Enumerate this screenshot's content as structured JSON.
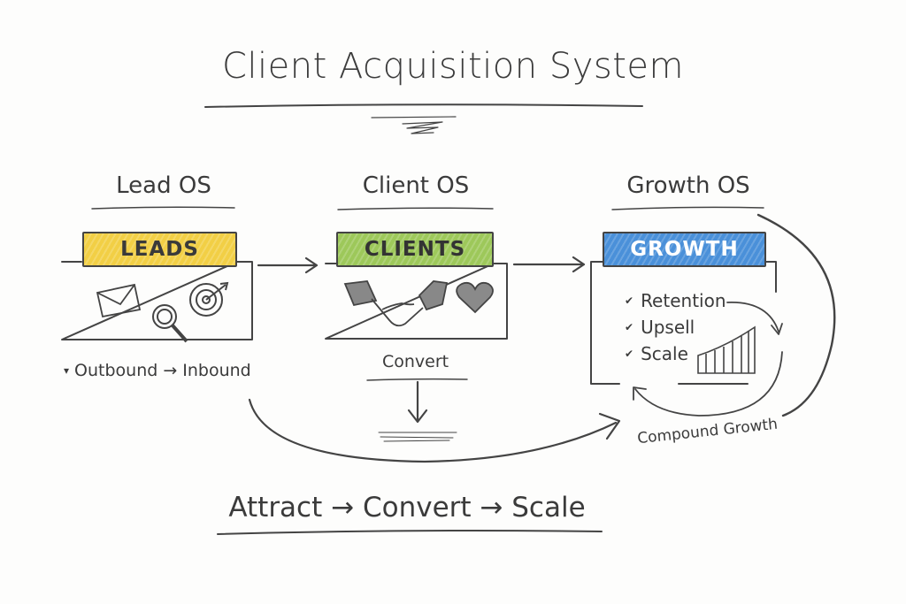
{
  "title": "Client Acquisition System",
  "colors": {
    "ink": "#3b3b3b",
    "leads": "#f2cf45",
    "clients": "#9dc85a",
    "growth": "#4a90d9",
    "background": "#fdfdfc"
  },
  "sections": [
    {
      "heading": "Lead OS",
      "tag": "LEADS",
      "icons": [
        "envelope-icon",
        "magnifier-icon",
        "target-icon"
      ],
      "caption": {
        "from": "Outbound",
        "arrow": "→",
        "to": "Inbound"
      }
    },
    {
      "heading": "Client OS",
      "tag": "CLIENTS",
      "icons": [
        "handshake-icon",
        "heart-icon"
      ],
      "caption": "Convert"
    },
    {
      "heading": "Growth OS",
      "tag": "GROWTH",
      "items": [
        "Retention",
        "Upsell",
        "Scale"
      ],
      "icons": [
        "bar-growth-icon"
      ],
      "loop_label": "Compound Growth"
    }
  ],
  "bottom_flow": {
    "steps": [
      "Attract",
      "Convert",
      "Scale"
    ],
    "separator": "→"
  }
}
